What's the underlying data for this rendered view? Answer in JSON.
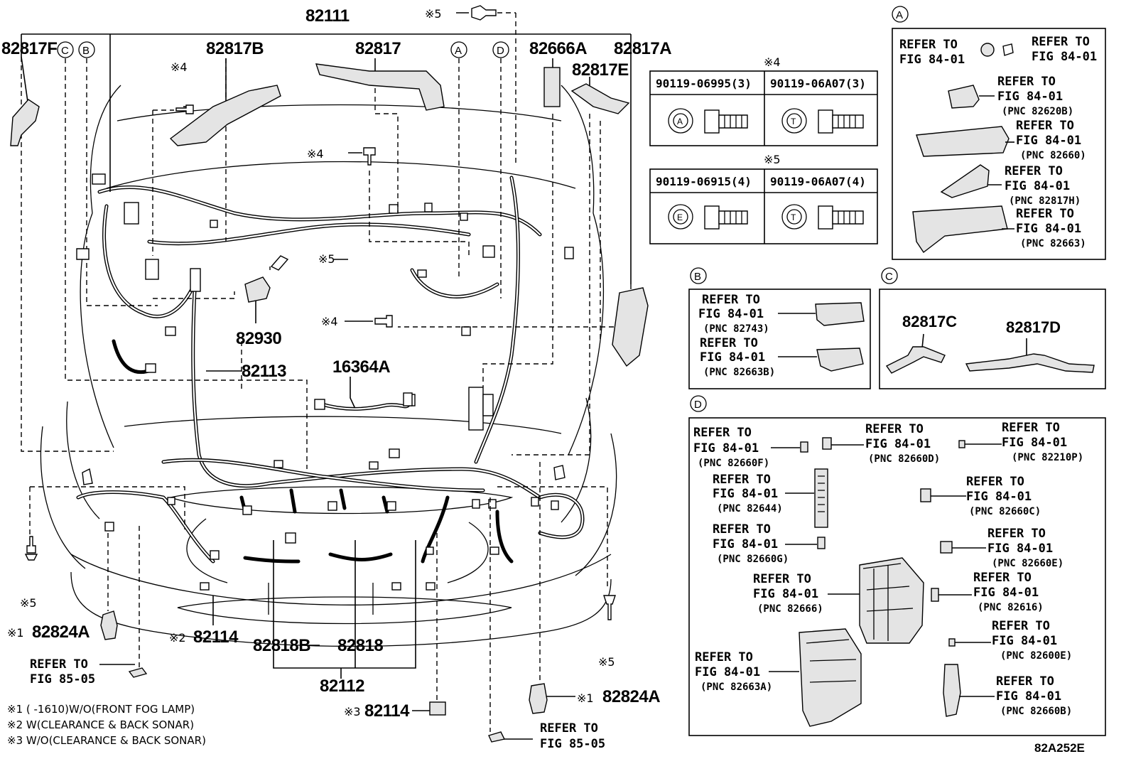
{
  "main_labels": {
    "p82111": "82111",
    "p82817F": "82817F",
    "p82817B": "82817B",
    "p82817": "82817",
    "p82666A": "82666A",
    "p82817A": "82817A",
    "p82817E": "82817E",
    "p82930": "82930",
    "p82113": "82113",
    "p16364A": "16364A",
    "p82114_2": "82114",
    "p82818B": "82818B",
    "p82818": "82818",
    "p82112": "82112",
    "p82824A_left": "82824A",
    "p82824A_right": "82824A",
    "p82114_3": "82114",
    "code": "82A252E"
  },
  "marks": {
    "m1": "※1",
    "m2": "※2",
    "m3": "※3",
    "m4": "※4",
    "m5": "※5"
  },
  "circles": {
    "A": "A",
    "B": "B",
    "C": "C",
    "D": "D"
  },
  "refer": {
    "refer_to": "REFER TO",
    "fig_84_01": "FIG 84-01",
    "fig_85_05": "FIG 85-05"
  },
  "bolt_tables": {
    "t4_mark": "※4",
    "t4_left": "90119-06995(3)",
    "t4_right": "90119-06A07(3)",
    "t4_left_head": "A",
    "t4_right_head": "T",
    "t5_mark": "※5",
    "t5_left": "90119-06915(4)",
    "t5_right": "90119-06A07(4)",
    "t5_left_head": "E",
    "t5_right_head": "T"
  },
  "box_A": {
    "circle": "A",
    "pnc1": "(PNC 82620B)",
    "pnc2": "(PNC 82660)",
    "pnc3": "(PNC 82817H)",
    "pnc4": "(PNC 82663)"
  },
  "box_B": {
    "circle": "B",
    "pnc1": "(PNC 82743)",
    "pnc2": "(PNC 82663B)"
  },
  "box_C": {
    "circle": "C",
    "p1": "82817C",
    "p2": "82817D"
  },
  "box_D": {
    "circle": "D",
    "pnc_82660F": "(PNC 82660F)",
    "pnc_82660D": "(PNC 82660D)",
    "pnc_82210P": "(PNC 82210P)",
    "pnc_82644": "(PNC 82644)",
    "pnc_82660C": "(PNC 82660C)",
    "pnc_82660G": "(PNC 82660G)",
    "pnc_82660E": "(PNC 82660E)",
    "pnc_82666": "(PNC 82666)",
    "pnc_82616": "(PNC 82616)",
    "pnc_82600E": "(PNC 82600E)",
    "pnc_82663A": "(PNC 82663A)",
    "pnc_82660B": "(PNC 82660B)"
  },
  "footnotes": {
    "n1": "※1 (     -1610)W/O(FRONT FOG LAMP)",
    "n2": "※2 W(CLEARANCE & BACK SONAR)",
    "n3": "※3 W/O(CLEARANCE & BACK SONAR)"
  }
}
